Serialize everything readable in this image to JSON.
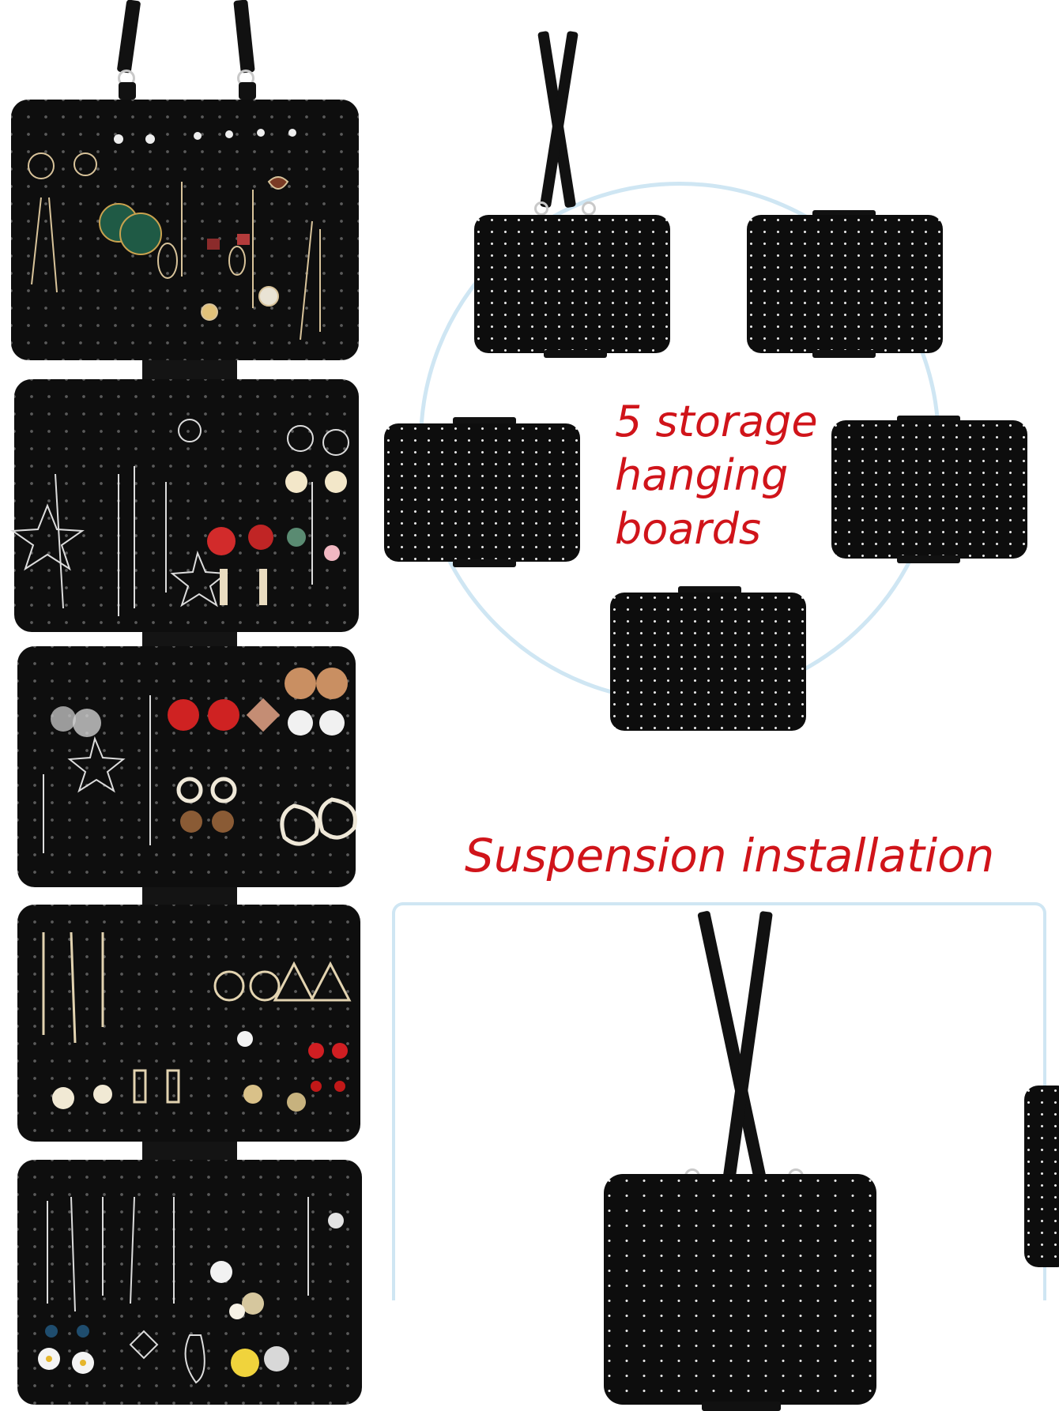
{
  "storage_caption": [
    "5 storage",
    "hanging",
    "boards"
  ],
  "installation_caption": "Suspension installation",
  "colors": {
    "caption": "#d0141a",
    "board": "#0e0e0e",
    "accent_outline": "#cfe6f3"
  }
}
